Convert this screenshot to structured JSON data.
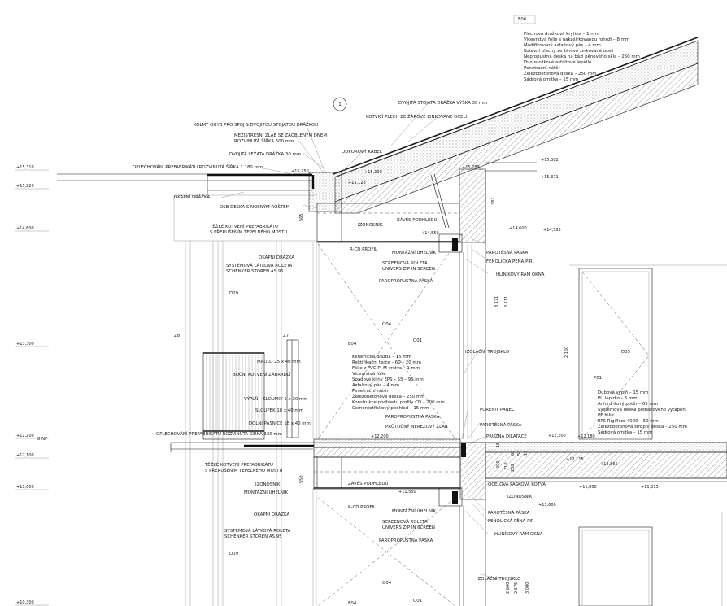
{
  "section_numbers": {
    "one": "1",
    "eight_np": "8.NP"
  },
  "codes": {
    "e06": "E06",
    "e04_upper": "E04",
    "e04_lower": "E04",
    "d09_upper": "D09",
    "d09_lower": "D09",
    "o04_upper": "O04",
    "o04_lower": "O04",
    "o01_upper": "O01",
    "o01_lower": "O01",
    "z8": "Z8",
    "z7": "Z7",
    "d05": "D05",
    "p01": "P01"
  },
  "roof_layers": [
    "Plechová drážková krytina – 1 mm",
    "Vícevrstvá fólie s nakašírkovanou rohoží – 8 mm",
    "Modifikovaný asfaltový pás – 4 mm",
    "Kotevní plechy ze žárově zinkované oceli",
    "Nepropustná deska na bázi pěnového skla – 250 mm",
    "Dvousložkové asfaltové lepidlo",
    "Penetrační nátěr",
    "Železobetonová deska – 250 mm",
    "Sádrová omítka – 15 mm"
  ],
  "balcony_layers": [
    "Keramická dlažba – 15 mm",
    "Rektifikační terče – 60 – 20 mm",
    "Fólie z PVC-P, M vrstva – 1 mm",
    "Vícevrstvá fólie",
    "Spádové klíny EPS – 55 – 95 mm",
    "Asfaltový pás – 4 mm",
    "Penetrační nátěr",
    "Železobetonová deska – 250 mm",
    "Konstrukce podhledu profily CD – 200 mm",
    "Cementotřískový podhled – 15 mm"
  ],
  "floor_layers": [
    "Dubová výplň – 15 mm",
    "PU lepidlo – 5 mm",
    "Anhydritový potěr – 65 mm",
    "Systémová deska podlahového vytápění",
    "PE fólie",
    "EPS Rigifloor 4000 – 50 mm",
    "Železobetonová stropní deska – 250 mm",
    "Sádrová omítka – 15 mm"
  ],
  "labels": {
    "standing_seam": "DVOJITÁ STOJATÁ DRÁŽKA VÝŠKA 30 mm",
    "fixing_sheet": "KOTVICÍ PLECH ZE ŽÁROVĚ ZINKOVANÉ OCELI",
    "vertical_bend": "KOLMÝ OHYB PRO SPOJ S DVOJITOU STOJATOU DRÁŽKOU",
    "gutter_1": "MEZISTŘEŠNÍ ŽLAB SE ZAOBLENÝM DNEM",
    "gutter_2": "ROZVINUTÁ ŠÍŘKA 600 mm",
    "heating_cable": "ODPOROVÝ KABEL",
    "lying_seam": "DVOJITÁ LEŽATÁ DRÁŽKA 30 mm",
    "flashing_top": "OPLECHOVÁNÍ PREFABRIKÁTU ROZVINUTÁ ŠÍŘKA 1 180 mm",
    "drip_1": "OKAPNÍ DRÁŽKA",
    "osb_board": "OSB DESKA S NOSNÝM ROŠTEM",
    "heavy_anchor_1a": "TĚŽKÉ KOTVENÍ PREFABRIKÁTU",
    "heavy_anchor_1b": "S PŘERUŠENÍM TEPELNÉHO MOSTU",
    "insulation_1": "IZONOSNÍK",
    "curtain_1": "ZÁVĚS PODHLEDU",
    "rcd_1": "R-CD PROFIL",
    "mount_angle_1": "MONTÁŽNÍ ÚHELNÍK",
    "vapour_tight_1": "PAROTĚSNÁ PÁSKA",
    "phenolic_1": "FENOLICKÁ PĚNA PIR",
    "drip_2": "OKAPNÍ DRÁŽKA",
    "blind_1a": "SYSTÉMOVÁ LÁTKOVÁ ROLETA",
    "blind_1b": "SCHENKER STOREN AS 95",
    "screen_1a": "SCREENOVÁ ROLETA",
    "screen_1b": "UNIVERS ZIP IN SCREEN",
    "window_frame_1": "HLINÍKOVÝ RÁM OKNA",
    "vapour_open_1": "PAROPROPUSTNÁ PÁSKA",
    "insul_triple_1": "IZOLAČNÍ TROJSKLO",
    "handrail": "MADLO 25 x 40 mm",
    "side_anchor": "BOČNÍ KOTVENÍ ZÁBRADLÍ",
    "infill": "VÝPLŇ – SLOUPKY 5 x 30 mm",
    "post": "SLOUPEK 18 x 40 mm",
    "bottom_rail": "DOLNÍ PÁSNICE 18 x 40 mm",
    "flashing_mid": "OPLECHOVÁNÍ PREFABRIKÁTU ROZVINUTÁ ŠÍŘKA 330 mm",
    "vapour_open_2": "PAROPROPUSTNÁ PÁSKA",
    "perforated_gutter": "PRŮTOČNÝ NEREZOVÝ ŽLAB",
    "pur_panel": "PURENIT PANEL",
    "vapour_tight_2": "PAROTĚSNÁ PÁSKA",
    "dilatation": "PRUŽNÁ DILATACE",
    "heavy_anchor_2a": "TĚŽKÉ KOTVENÍ PREFABRIKÁTU",
    "heavy_anchor_2b": "S PŘERUŠENÍM TEPELNÉHO MOSTU",
    "insulation_2": "IZONOSNÍK",
    "mount_angle_2": "MONTÁŽNÍ ÚHELNÍK",
    "curtain_2": "ZÁVĚS PODHLEDU",
    "steel_anchor": "OCELOVÁ PÁSKOVÁ KOTVA",
    "insulation_3": "IZONOSNÍK",
    "rcd_2": "R-CD PROFIL",
    "mount_angle_3": "MONTÁŽNÍ ÚHELNÍK",
    "vapour_tight_3": "PAROTĚSNÁ PÁSKA",
    "phenolic_2": "FENOLICKÁ PĚNA PIR",
    "drip_3": "OKAPNÍ DRÁŽKA",
    "blind_2a": "SYSTÉMOVÁ LÁTKOVÁ ROLETA",
    "blind_2b": "SCHENKER STOREN AS 95",
    "screen_2a": "SCREENOVÁ ROLETA",
    "screen_2b": "UNIVERS ZIP IN SCREEN",
    "window_frame_2": "HLINÍKOVÝ RÁM OKNA",
    "vapour_open_3": "PAROPROPUSTNÁ PÁSKA",
    "insul_triple_2": "IZOLAČNÍ TROJSKLO"
  },
  "levels": {
    "l15310": "+15,310",
    "l15220": "+15,220",
    "l14600_left": "+14,600",
    "l13300": "+13,300",
    "l12200_left": "+12,200",
    "l12100": "+12,100",
    "l11600_left": "+11,600",
    "l10300": "+10,300",
    "l15250": "+15,250",
    "l15300": "+15,300",
    "l15128": "+15,128",
    "l15289": "+15,289",
    "l15382": "+15,382",
    "l15371": "+15,371",
    "l14600_mid": "+14,600",
    "l14585": "+14,585",
    "l14550": "+14,550",
    "l12200_mid": "+12,200",
    "l12200_right": "+12,200",
    "l12180": "+12,180",
    "l12115": "+12,115",
    "l12865": "+12,865",
    "l11550": "+11,550",
    "l11600_mid": "+11,600",
    "l11800": "+11,800",
    "l11815": "+11,815"
  },
  "dims": {
    "d382": "382",
    "d565": "565",
    "d3171a": "3 171",
    "d3171b": "3 111",
    "d2150": "2 150",
    "d550": "550",
    "d2600": "2 600",
    "d2675": "2 675",
    "d3000": "3 000",
    "d15a": "15",
    "d400": "400",
    "d210": "210",
    "d65": "65",
    "d50": "50",
    "d250": "250",
    "d15b": "15"
  }
}
